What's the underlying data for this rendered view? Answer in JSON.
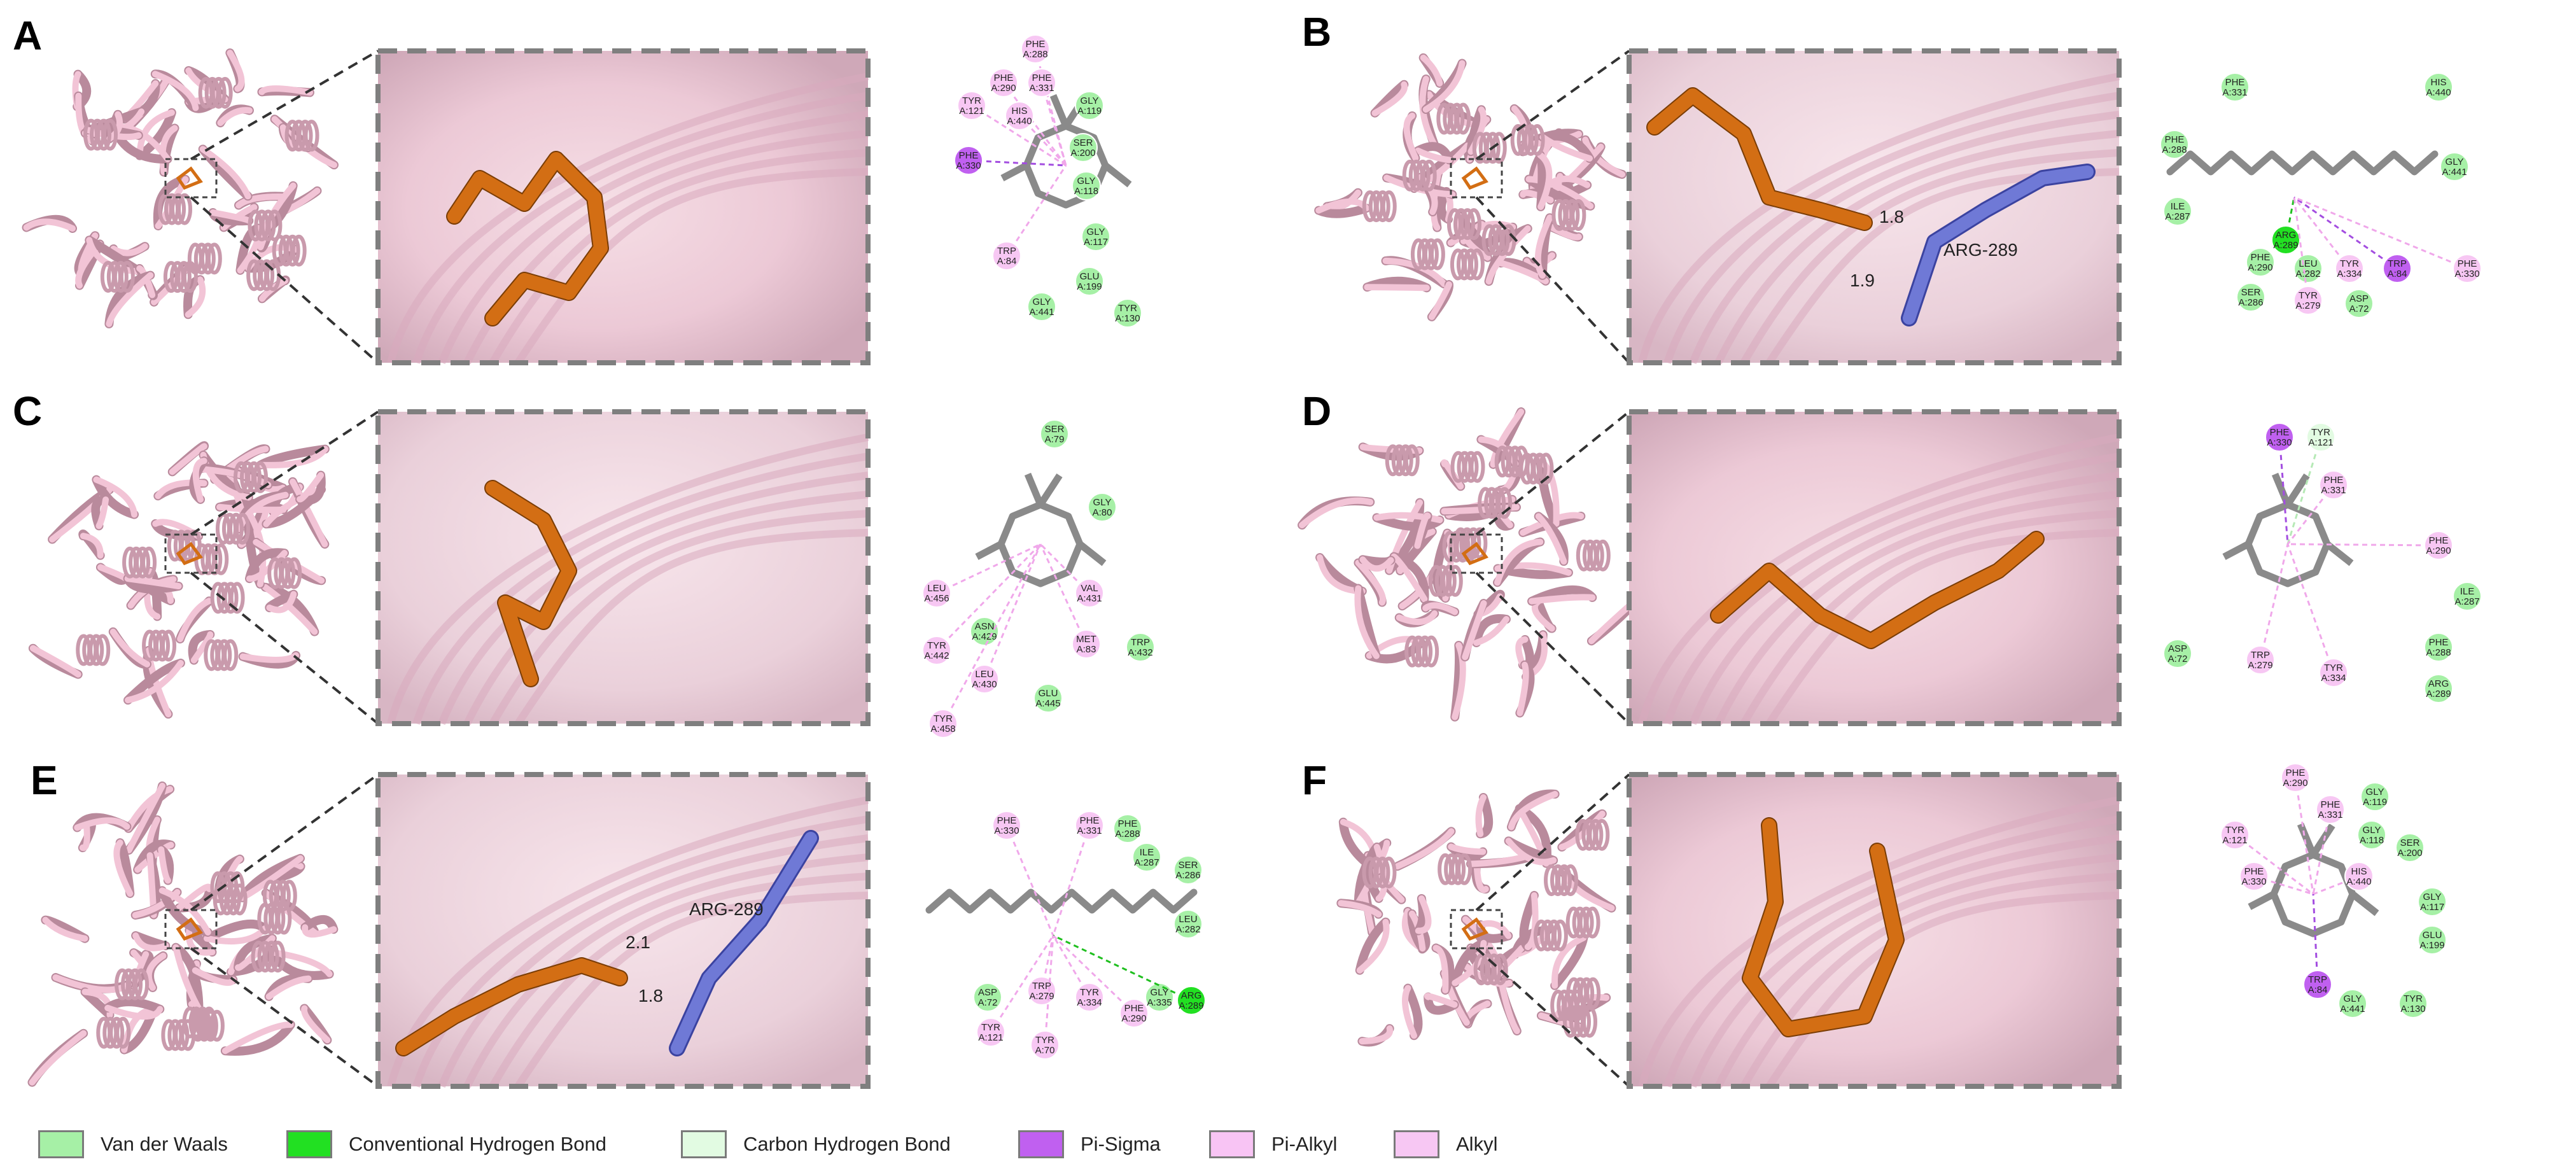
{
  "panels": [
    {
      "label": "A",
      "residues": [
        {
          "n": "PHE",
          "id": "A:288",
          "t": "alkyl"
        },
        {
          "n": "PHE",
          "id": "A:290",
          "t": "alkyl"
        },
        {
          "n": "PHE",
          "id": "A:331",
          "t": "alkyl"
        },
        {
          "n": "TYR",
          "id": "A:121",
          "t": "alkyl"
        },
        {
          "n": "HIS",
          "id": "A:440",
          "t": "alkyl"
        },
        {
          "n": "GLY",
          "id": "A:119",
          "t": "vdw"
        },
        {
          "n": "PHE",
          "id": "A:330",
          "t": "pisigma"
        },
        {
          "n": "SER",
          "id": "A:200",
          "t": "vdw"
        },
        {
          "n": "GLY",
          "id": "A:118",
          "t": "vdw"
        },
        {
          "n": "GLY",
          "id": "A:117",
          "t": "vdw"
        },
        {
          "n": "TRP",
          "id": "A:84",
          "t": "alkyl"
        },
        {
          "n": "GLU",
          "id": "A:199",
          "t": "vdw"
        },
        {
          "n": "GLY",
          "id": "A:441",
          "t": "vdw"
        },
        {
          "n": "TYR",
          "id": "A:130",
          "t": "vdw"
        }
      ]
    },
    {
      "label": "B",
      "distances": [
        "1.8",
        "1.9"
      ],
      "residue_tag": "ARG-289",
      "residues": [
        {
          "n": "PHE",
          "id": "A:331",
          "t": "vdw"
        },
        {
          "n": "HIS",
          "id": "A:440",
          "t": "vdw"
        },
        {
          "n": "PHE",
          "id": "A:288",
          "t": "vdw"
        },
        {
          "n": "GLY",
          "id": "A:441",
          "t": "vdw"
        },
        {
          "n": "ILE",
          "id": "A:287",
          "t": "vdw"
        },
        {
          "n": "ARG",
          "id": "A:289",
          "t": "hbond"
        },
        {
          "n": "PHE",
          "id": "A:290",
          "t": "vdw"
        },
        {
          "n": "LEU",
          "id": "A:282",
          "t": "vdw"
        },
        {
          "n": "TYR",
          "id": "A:334",
          "t": "alkyl"
        },
        {
          "n": "TRP",
          "id": "A:84",
          "t": "pisigma"
        },
        {
          "n": "PHE",
          "id": "A:330",
          "t": "alkyl"
        },
        {
          "n": "SER",
          "id": "A:286",
          "t": "vdw"
        },
        {
          "n": "TYR",
          "id": "A:279",
          "t": "alkyl"
        },
        {
          "n": "ASP",
          "id": "A:72",
          "t": "vdw"
        }
      ]
    },
    {
      "label": "C",
      "residues": [
        {
          "n": "SER",
          "id": "A:79",
          "t": "vdw"
        },
        {
          "n": "GLY",
          "id": "A:80",
          "t": "vdw"
        },
        {
          "n": "VAL",
          "id": "A:431",
          "t": "alkyl"
        },
        {
          "n": "LEU",
          "id": "A:456",
          "t": "alkyl"
        },
        {
          "n": "ASN",
          "id": "A:429",
          "t": "vdw"
        },
        {
          "n": "MET",
          "id": "A:83",
          "t": "alkyl"
        },
        {
          "n": "TRP",
          "id": "A:432",
          "t": "vdw"
        },
        {
          "n": "TYR",
          "id": "A:442",
          "t": "alkyl"
        },
        {
          "n": "LEU",
          "id": "A:430",
          "t": "alkyl"
        },
        {
          "n": "GLU",
          "id": "A:445",
          "t": "vdw"
        },
        {
          "n": "TYR",
          "id": "A:458",
          "t": "alkyl"
        }
      ]
    },
    {
      "label": "D",
      "residues": [
        {
          "n": "PHE",
          "id": "A:330",
          "t": "pisigma"
        },
        {
          "n": "TYR",
          "id": "A:121",
          "t": "chbond"
        },
        {
          "n": "PHE",
          "id": "A:331",
          "t": "alkyl"
        },
        {
          "n": "PHE",
          "id": "A:290",
          "t": "alkyl"
        },
        {
          "n": "ILE",
          "id": "A:287",
          "t": "vdw"
        },
        {
          "n": "PHE",
          "id": "A:288",
          "t": "vdw"
        },
        {
          "n": "ASP",
          "id": "A:72",
          "t": "vdw"
        },
        {
          "n": "TRP",
          "id": "A:279",
          "t": "alkyl"
        },
        {
          "n": "TYR",
          "id": "A:334",
          "t": "alkyl"
        },
        {
          "n": "ARG",
          "id": "A:289",
          "t": "vdw"
        }
      ]
    },
    {
      "label": "E",
      "distances": [
        "2.1",
        "1.8"
      ],
      "residue_tag": "ARG-289",
      "residues": [
        {
          "n": "PHE",
          "id": "A:330",
          "t": "alkyl"
        },
        {
          "n": "PHE",
          "id": "A:331",
          "t": "alkyl"
        },
        {
          "n": "PHE",
          "id": "A:288",
          "t": "vdw"
        },
        {
          "n": "ILE",
          "id": "A:287",
          "t": "vdw"
        },
        {
          "n": "SER",
          "id": "A:286",
          "t": "vdw"
        },
        {
          "n": "LEU",
          "id": "A:282",
          "t": "vdw"
        },
        {
          "n": "ASP",
          "id": "A:72",
          "t": "vdw"
        },
        {
          "n": "TRP",
          "id": "A:279",
          "t": "alkyl"
        },
        {
          "n": "TYR",
          "id": "A:334",
          "t": "alkyl"
        },
        {
          "n": "PHE",
          "id": "A:290",
          "t": "alkyl"
        },
        {
          "n": "GLY",
          "id": "A:335",
          "t": "vdw"
        },
        {
          "n": "ARG",
          "id": "A:289",
          "t": "hbond"
        },
        {
          "n": "TYR",
          "id": "A:121",
          "t": "alkyl"
        },
        {
          "n": "TYR",
          "id": "A:70",
          "t": "alkyl"
        }
      ]
    },
    {
      "label": "F",
      "residues": [
        {
          "n": "PHE",
          "id": "A:290",
          "t": "alkyl"
        },
        {
          "n": "GLY",
          "id": "A:119",
          "t": "vdw"
        },
        {
          "n": "PHE",
          "id": "A:331",
          "t": "alkyl"
        },
        {
          "n": "TYR",
          "id": "A:121",
          "t": "alkyl"
        },
        {
          "n": "GLY",
          "id": "A:118",
          "t": "vdw"
        },
        {
          "n": "SER",
          "id": "A:200",
          "t": "vdw"
        },
        {
          "n": "PHE",
          "id": "A:330",
          "t": "alkyl"
        },
        {
          "n": "HIS",
          "id": "A:440",
          "t": "alkyl"
        },
        {
          "n": "GLY",
          "id": "A:117",
          "t": "vdw"
        },
        {
          "n": "GLU",
          "id": "A:199",
          "t": "vdw"
        },
        {
          "n": "TRP",
          "id": "A:84",
          "t": "pisigma"
        },
        {
          "n": "GLY",
          "id": "A:441",
          "t": "vdw"
        },
        {
          "n": "TYR",
          "id": "A:130",
          "t": "vdw"
        }
      ]
    }
  ],
  "legend": [
    {
      "key": "vdw",
      "label": "Van der Waals",
      "color": "#a6f0a6"
    },
    {
      "key": "hbond",
      "label": "Conventional Hydrogen Bond",
      "color": "#22e022"
    },
    {
      "key": "chbond",
      "label": "Carbon Hydrogen Bond",
      "color": "#e2fbe2"
    },
    {
      "key": "pisigma",
      "label": "Pi-Sigma",
      "color": "#c060f0"
    },
    {
      "key": "pialkyl",
      "label": "Pi-Alkyl",
      "color": "#f8c4f4"
    },
    {
      "key": "alkyl",
      "label": "Alkyl",
      "color": "#f7c7f3"
    }
  ],
  "colors": {
    "ligand": "#d36e14",
    "residue": "#6f79d6",
    "protein": "#f2c4d6",
    "ligand2d": "#8a8a8a"
  }
}
